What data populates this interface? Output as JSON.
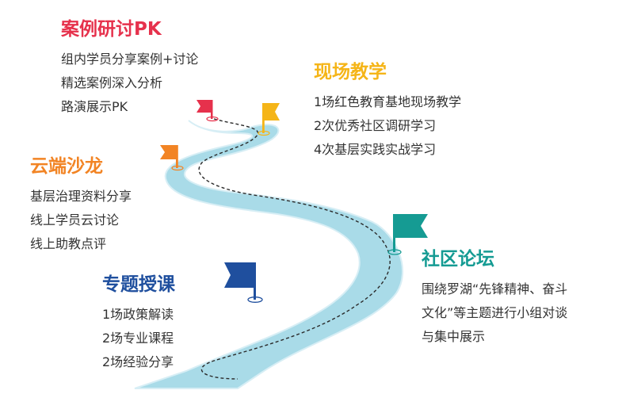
{
  "colors": {
    "road": "#a9dbe8",
    "road_edge": "#d7eef5",
    "dash": "#2a2a2a",
    "case": "#e6314c",
    "field": "#f5b518",
    "cloud": "#f28424",
    "forum": "#159b93",
    "lecture": "#1f4f9e"
  },
  "sections": {
    "case": {
      "title": "案例研讨PK",
      "lines": [
        "组内学员分享案例+讨论",
        "精选案例深入分析",
        "路演展示PK"
      ]
    },
    "field": {
      "title": "现场教学",
      "lines": [
        "1场红色教育基地现场教学",
        "2次优秀社区调研学习",
        "4次基层实践实战学习"
      ]
    },
    "cloud": {
      "title": "云端沙龙",
      "lines": [
        "基层治理资料分享",
        "线上学员云讨论",
        "线上助教点评"
      ]
    },
    "forum": {
      "title": "社区论坛",
      "lines": [
        "围绕罗湖“先锋精神、奋斗",
        "文化”等主题进行小组对谈",
        "与集中展示"
      ]
    },
    "lecture": {
      "title": "专题授课",
      "lines": [
        "1场政策解读",
        "2场专业课程",
        "2场经验分享"
      ]
    }
  },
  "flags": [
    {
      "name": "flag-case-icon",
      "color_key": "case"
    },
    {
      "name": "flag-field-icon",
      "color_key": "field"
    },
    {
      "name": "flag-cloud-icon",
      "color_key": "cloud"
    },
    {
      "name": "flag-forum-icon",
      "color_key": "forum"
    },
    {
      "name": "flag-lecture-icon",
      "color_key": "lecture"
    }
  ]
}
